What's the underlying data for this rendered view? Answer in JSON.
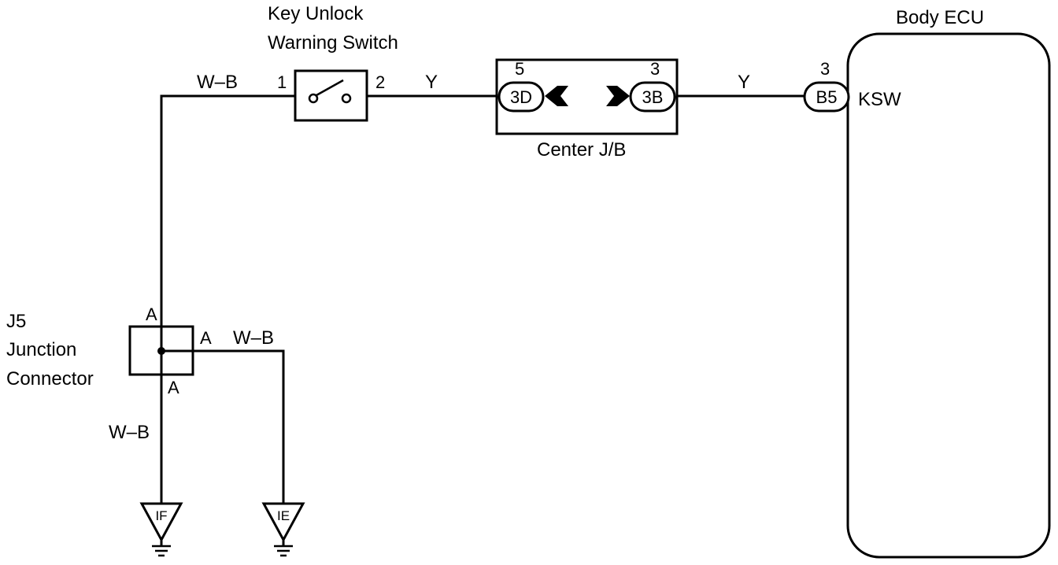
{
  "switch": {
    "title_line1": "Key Unlock",
    "title_line2": "Warning Switch",
    "pin1": "1",
    "pin2": "2"
  },
  "wires": {
    "wb_top": "W–B",
    "y_left": "Y",
    "y_right": "Y",
    "wb_branch": "W–B",
    "wb_down": "W–B"
  },
  "jb": {
    "label": "Center J/B",
    "pin_left": "5",
    "pin_right": "3",
    "conn_left": "3D",
    "conn_right": "3B"
  },
  "ecu": {
    "title": "Body ECU",
    "pin": "3",
    "conn": "B5",
    "terminal": "KSW"
  },
  "junction": {
    "name_line1": "J5",
    "name_line2": "Junction",
    "name_line3": "Connector",
    "pin_top": "A",
    "pin_right": "A",
    "pin_bottom": "A"
  },
  "grounds": {
    "left": "IF",
    "right": "IE"
  }
}
